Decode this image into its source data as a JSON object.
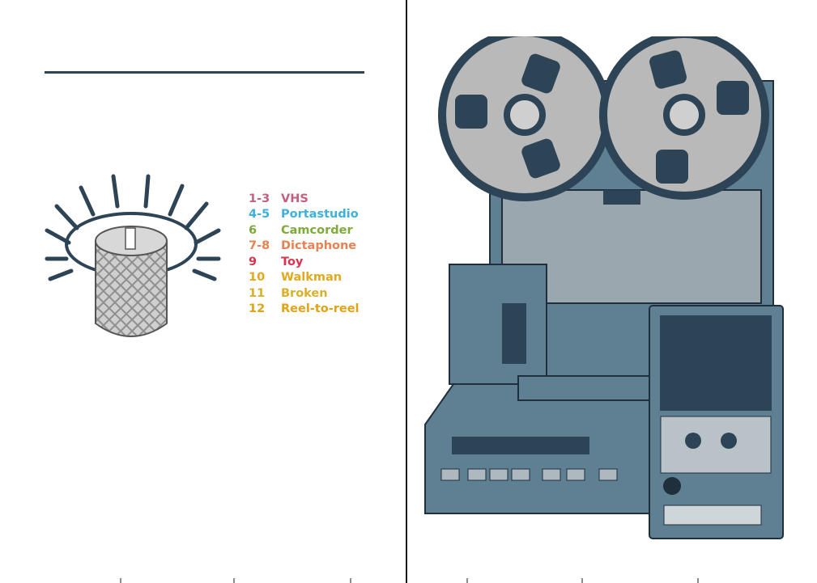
{
  "table": {
    "rows": [
      {
        "roll": "1-3",
        "label": "VHS",
        "color": "#c4607d"
      },
      {
        "roll": "4-5",
        "label": "Portastudio",
        "color": "#3fb0db"
      },
      {
        "roll": "6",
        "label": "Camcorder",
        "color": "#7eaa3a"
      },
      {
        "roll": "7-8",
        "label": "Dictaphone",
        "color": "#e98252"
      },
      {
        "roll": "9",
        "label": "Toy",
        "color": "#d8344f"
      },
      {
        "roll": "10",
        "label": "Walkman",
        "color": "#e3a91c"
      },
      {
        "roll": "11",
        "label": "Broken",
        "color": "#d9b02a"
      },
      {
        "roll": "12",
        "label": "Reel-to-reel",
        "color": "#e2a214"
      }
    ]
  },
  "palette": {
    "navy": "#2d4456",
    "steel": "#5f7f92",
    "light": "#cfcfcf"
  },
  "icons": {
    "knob": "radiating-knob-icon",
    "illustration": "tape-recorders-illustration"
  }
}
